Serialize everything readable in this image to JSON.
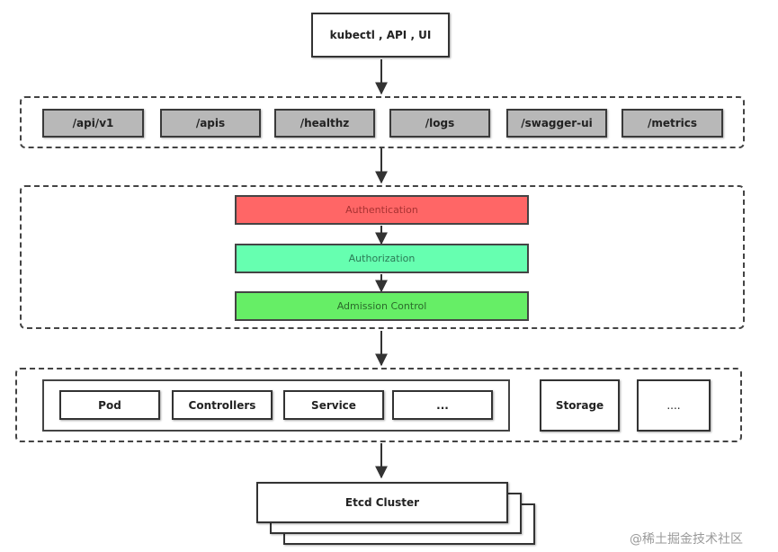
{
  "top": {
    "label": "kubectl , API , UI"
  },
  "endpoints": [
    "/api/v1",
    "/apis",
    "/healthz",
    "/logs",
    "/swagger-ui",
    "/metrics"
  ],
  "stages": [
    {
      "label": "Authentication",
      "bg": "#ff6666",
      "fg": "#a83232"
    },
    {
      "label": "Authorization",
      "bg": "#66ffb0",
      "fg": "#2a7a55"
    },
    {
      "label": "Admission Control",
      "bg": "#66ee66",
      "fg": "#2a6a2a"
    }
  ],
  "resources": [
    "Pod",
    "Controllers",
    "Service",
    "..."
  ],
  "storage": {
    "label": "Storage",
    "more": "...."
  },
  "etcd": {
    "label": "Etcd Cluster"
  },
  "watermark": "@稀土掘金技术社区"
}
